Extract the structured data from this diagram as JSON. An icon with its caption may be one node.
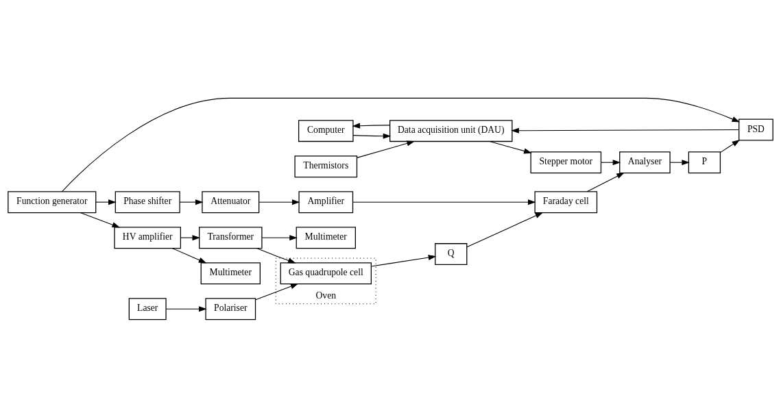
{
  "diagram": {
    "nodes": [
      {
        "text": [
          "Computer"
        ]
      },
      {
        "text": [
          "Data acquisition unit (DAU)"
        ]
      },
      {
        "text": [
          "Stepper motor"
        ]
      },
      {
        "text": [
          "Thermistors"
        ]
      },
      {
        "text": [
          "Laser"
        ]
      },
      {
        "text": [
          "Polariser"
        ]
      },
      {
        "text": [
          "Oven"
        ]
      },
      {
        "text": [
          "Gas quadrupole cell"
        ],
        "in": 6
      },
      {
        "text": [
          "Q"
        ]
      },
      {
        "text": [
          "Faraday cell"
        ]
      },
      {
        "text": [
          "Analyser"
        ]
      },
      {
        "text": [
          "P"
        ]
      },
      {
        "text": [
          "Amplifier"
        ]
      },
      {
        "text": [
          "Attenuator"
        ]
      },
      {
        "text": [
          "Multimeter"
        ]
      },
      {
        "text": [
          "Transformer"
        ]
      },
      {
        "text": [
          "Multimeter"
        ]
      },
      {
        "text": [
          "Phase shifter"
        ]
      },
      {
        "text": [
          "HV amplifier"
        ]
      },
      {
        "text": [
          "PSD"
        ]
      },
      {
        "text": [
          "Function generator"
        ]
      }
    ],
    "edges": [
      {
        "from": 1,
        "to": 0,
        "arrow": "to"
      },
      {
        "from": 0,
        "to": 1,
        "arrow": "to"
      },
      {
        "from": 1,
        "to": 2,
        "arrow": "to"
      },
      {
        "from": 2,
        "to": 10,
        "arrow": "to"
      },
      {
        "from": 3,
        "to": 1,
        "arrow": "to"
      },
      {
        "from": 4,
        "to": 5,
        "arrow": "to"
      },
      {
        "from": 5,
        "to": 7,
        "arrow": "to"
      },
      {
        "from": 7,
        "to": 8,
        "arrow": "to"
      },
      {
        "from": 8,
        "to": 9,
        "arrow": "to"
      },
      {
        "from": 9,
        "to": 10,
        "arrow": "to"
      },
      {
        "from": 10,
        "to": 11,
        "arrow": "to"
      },
      {
        "from": 11,
        "to": 19,
        "arrow": "to"
      },
      {
        "from": 19,
        "to": 1,
        "arrow": "to"
      },
      {
        "from": 15,
        "to": 7,
        "arrow": "to"
      },
      {
        "from": 15,
        "to": 14,
        "arrow": "to"
      },
      {
        "from": 18,
        "to": 15,
        "arrow": "to"
      },
      {
        "from": 18,
        "to": 16,
        "arrow": "to"
      },
      {
        "from": 20,
        "to": 18,
        "arrow": "to"
      },
      {
        "from": 20,
        "to": 17,
        "arrow": "to"
      },
      {
        "from": 20,
        "to": 19,
        "arrow": "to"
      },
      {
        "from": 17,
        "to": 13,
        "arrow": "to"
      },
      {
        "from": 13,
        "to": 12,
        "arrow": "to"
      },
      {
        "from": 12,
        "to": 9,
        "arrow": "to"
      }
    ]
  }
}
